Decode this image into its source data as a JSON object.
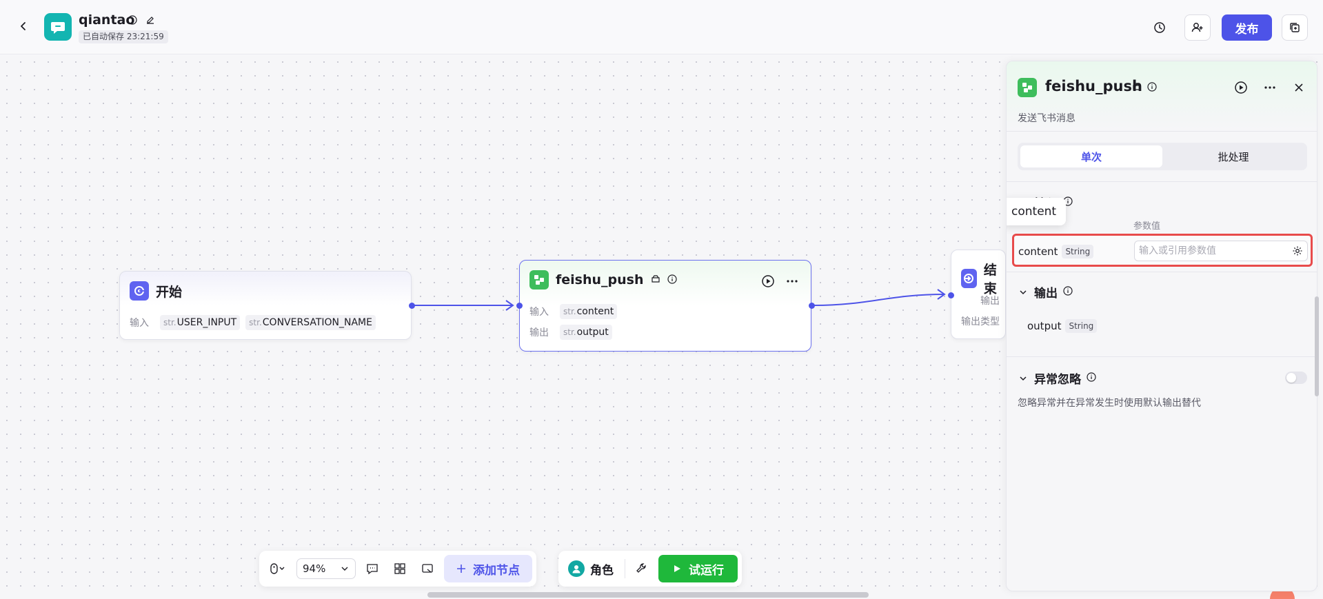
{
  "header": {
    "app_name": "qiantao",
    "autosave": "已自动保存 23:21:59",
    "publish_label": "发布"
  },
  "nodes": {
    "start": {
      "title": "开始",
      "input_label": "输入",
      "inputs": [
        {
          "prefix": "str.",
          "name": "USER_INPUT"
        },
        {
          "prefix": "str.",
          "name": "CONVERSATION_NAME"
        }
      ]
    },
    "feishu": {
      "title": "feishu_push",
      "input_label": "输入",
      "output_label": "输出",
      "input": {
        "prefix": "str.",
        "name": "content"
      },
      "output": {
        "prefix": "str.",
        "name": "output"
      }
    },
    "end": {
      "title": "结束",
      "row1": "输出",
      "row2": "输出类型"
    }
  },
  "toolbar": {
    "zoom": "94%",
    "add_node_label": "添加节点",
    "role_label": "角色",
    "trial_run_label": "试运行"
  },
  "panel": {
    "title": "feishu_push",
    "description": "发送飞书消息",
    "tabs": [
      "单次",
      "批处理"
    ],
    "input_section": "输入",
    "param_value_header": "参数值",
    "param": {
      "name": "content",
      "type": "String",
      "placeholder": "输入或引用参数值"
    },
    "tooltip": "content",
    "output_section": "输出",
    "output_item": {
      "name": "output",
      "type": "String"
    },
    "ignore_section": "异常忽略",
    "ignore_desc": "忽略异常并在异常发生时使用默认输出替代"
  },
  "colors": {
    "accent": "#4d53e8",
    "run_green": "#1fb83b",
    "node_green": "#3ebd5c",
    "highlight_red": "#e84b4b"
  }
}
